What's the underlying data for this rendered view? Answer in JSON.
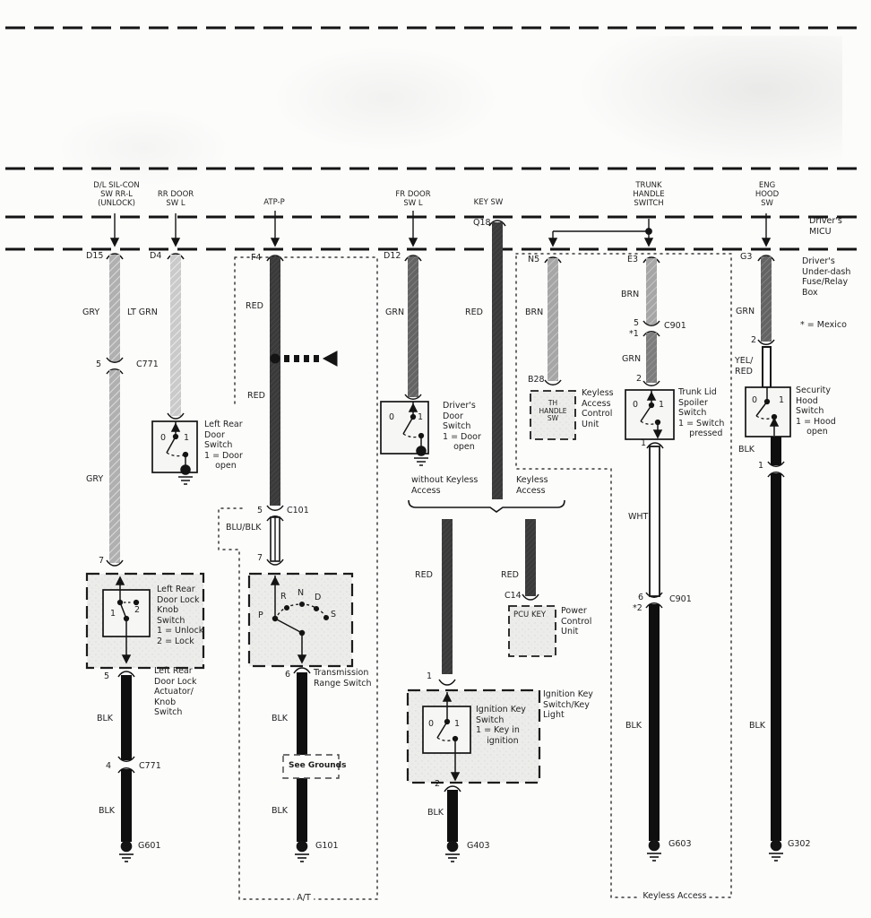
{
  "palette": {
    "ink": "#1f1f1f",
    "paper": "#fcfcfb",
    "box-fill": "#ececea",
    "wire-gry": "#b0b0b0",
    "wire-ltgrn": "#c9c9c9",
    "wire-red": "#3a3a3a",
    "wire-grn": "#636363",
    "wire-brn": "#a6a6a6",
    "wire-grn2": "#7c7c7c",
    "wire-blk": "#0f0f0f"
  },
  "feeds": {
    "dl_silcon": "D/L SIL-CON\nSW RR-L\n(UNLOCK)",
    "rr_door": "RR DOOR\nSW L",
    "atp_p": "ATP-P",
    "fr_door": "FR DOOR\nSW L",
    "key_sw": "KEY SW",
    "trunk_handle": "TRUNK\nHANDLE\nSWITCH",
    "eng_hood": "ENG\nHOOD\nSW"
  },
  "headers": {
    "micu": "Driver's\nMICU",
    "fusebox": "Driver's\nUnder-dash\nFuse/Relay\nBox",
    "mexico": "* = Mexico"
  },
  "connectors": {
    "d15": "D15",
    "d4": "D4",
    "f4": "F4",
    "d12": "D12",
    "q18": "Q18",
    "n5": "N5",
    "e3": "E3",
    "g3": "G3",
    "c771": "C771",
    "c101": "C101",
    "c901": "C901",
    "b28": "B28",
    "c14": "C14"
  },
  "pins": {
    "p0": "0",
    "p1": "1",
    "p2": "2",
    "p4": "4",
    "p5": "5",
    "p6": "6",
    "p7": "7",
    "star1": "*1",
    "star2": "*2"
  },
  "gear": {
    "P": "P",
    "R": "R",
    "N": "N",
    "D": "D",
    "S": "S"
  },
  "wire_colors": {
    "gry": "GRY",
    "ltgrn": "LT GRN",
    "red": "RED",
    "grn": "GRN",
    "brn": "BRN",
    "blk": "BLK",
    "wht": "WHT",
    "blublk": "BLU/BLK",
    "yelred": "YEL/\nRED"
  },
  "components": {
    "left_rear_door_switch": "Left Rear\nDoor\nSwitch\n1 = Door\n    open",
    "knob_switch": "Left Rear\nDoor Lock\nKnob\nSwitch\n1 = Unlock\n2 = Lock",
    "actuator": "Left Rear\nDoor Lock\nActuator/\nKnob\nSwitch",
    "trans_range": "Transmission\nRange Switch",
    "see_grounds": "See Grounds",
    "drivers_door_switch": "Driver's\nDoor\nSwitch\n1 = Door\n    open",
    "without_keyless": "without Keyless\nAccess",
    "keyless": "Keyless\nAccess",
    "pcu_key": "PCU KEY",
    "power_control": "Power\nControl\nUnit",
    "ignition_inner": "Ignition Key\nSwitch\n1 = Key in\n    ignition",
    "ignition_outer": "Ignition Key\nSwitch/Key\nLight",
    "th_handle": "TH\nHANDLE\nSW",
    "keyless_acu": "Keyless\nAccess\nControl\nUnit",
    "trunk_spoiler": "Trunk Lid\nSpoiler\nSwitch\n1 = Switch\n    pressed",
    "security_hood": "Security\nHood\nSwitch\n1 = Hood\n    open"
  },
  "grounds": {
    "g601": "G601",
    "g101": "G101",
    "g403": "G403",
    "g603": "G603",
    "g302": "G302"
  },
  "regions": {
    "at": "A/T",
    "keyless_access": "Keyless Access"
  }
}
